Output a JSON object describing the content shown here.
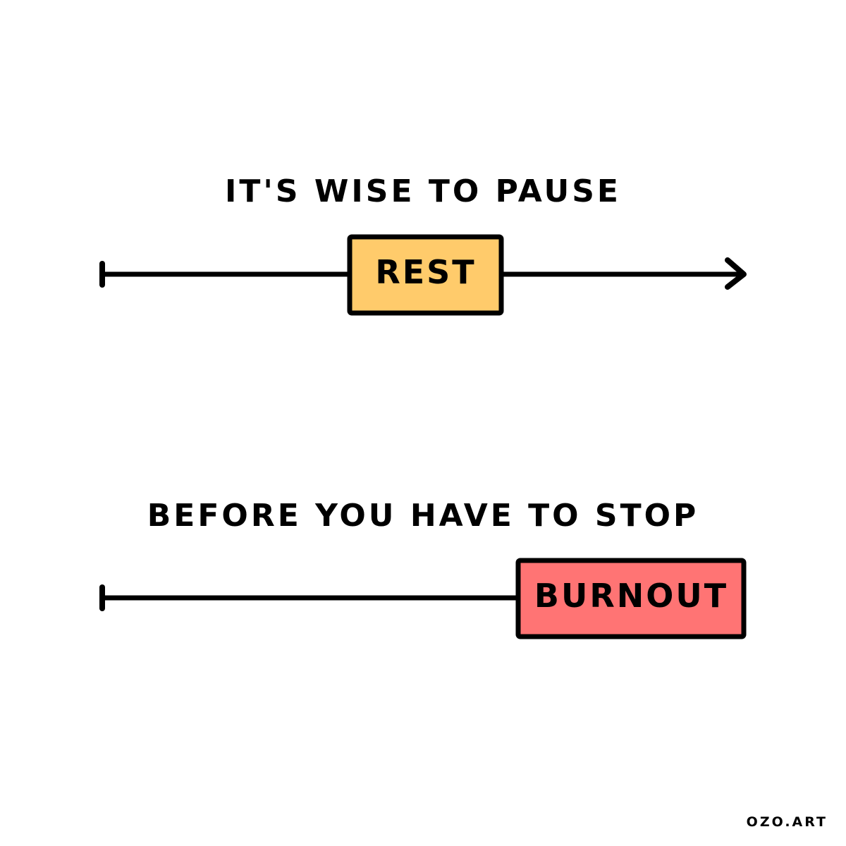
{
  "top_panel": {
    "heading": "IT'S WISE TO PAUSE",
    "box_label": "REST",
    "box_color": "#FFCB6B"
  },
  "bottom_panel": {
    "heading": "BEFORE YOU HAVE TO STOP",
    "box_label": "BURNOUT",
    "box_color": "#FF7474"
  },
  "signature": "OZO.ART",
  "colors": {
    "ink": "#000000",
    "background": "#FFFFFF"
  }
}
